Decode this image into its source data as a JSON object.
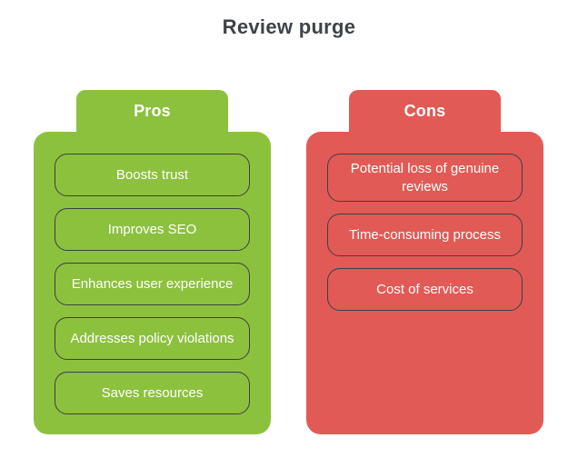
{
  "title": "Review purge",
  "colors": {
    "background": "#FFFFFF",
    "title_text": "#3F4347",
    "pros_accent": "#8CC13E",
    "cons_accent": "#E25A55",
    "item_border": "#3B4045",
    "item_text": "#FFFFFF"
  },
  "columns": [
    {
      "id": "pros",
      "label": "Pros",
      "accent": "#8CC13E",
      "items": [
        "Boosts trust",
        "Improves SEO",
        "Enhances user experience",
        "Addresses policy violations",
        "Saves resources"
      ]
    },
    {
      "id": "cons",
      "label": "Cons",
      "accent": "#E25A55",
      "items": [
        "Potential loss of genuine reviews",
        "Time-consuming process",
        "Cost of services"
      ]
    }
  ]
}
